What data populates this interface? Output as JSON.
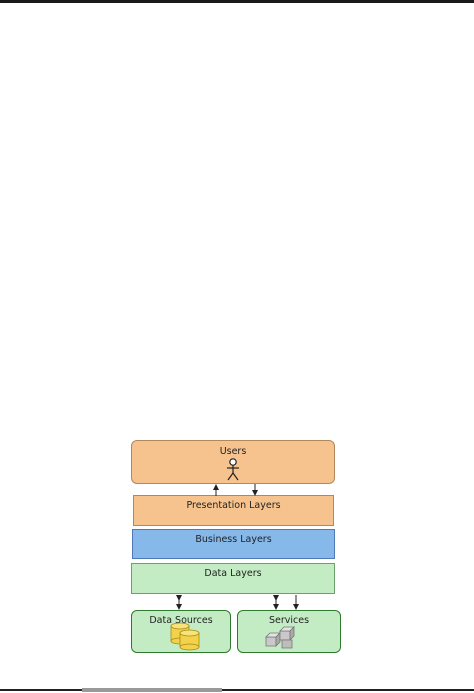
{
  "diagram": {
    "users": "Users",
    "presentation": "Presentation Layers",
    "business": "Business Layers",
    "data": "Data Layers",
    "sources": "Data Sources",
    "services": "Services"
  }
}
